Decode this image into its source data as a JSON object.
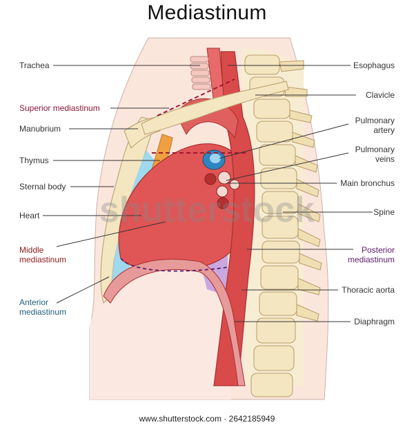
{
  "title": "Mediastinum",
  "labels_left": {
    "trachea": "Trachea",
    "superior_mediastinum": "Superior mediastinum",
    "manubrium": "Manubrium",
    "thymus": "Thymus",
    "sternal_body": "Sternal body",
    "heart": "Heart",
    "middle_mediastinum": [
      "Middle",
      "mediastinum"
    ],
    "anterior_mediastinum": [
      "Anterior",
      "mediastinum"
    ]
  },
  "labels_right": {
    "esophagus": "Esophagus",
    "clavicle": "Clavicle",
    "pulmonary_artery": [
      "Pulmonary",
      "artery"
    ],
    "pulmonary_veins": [
      "Pulmonary",
      "veins"
    ],
    "main_bronchus": "Main bronchus",
    "spine": "Spine",
    "posterior_mediastinum": [
      "Posterior",
      "mediastinum"
    ],
    "thoracic_aorta": "Thoracic aorta",
    "diaphragm": "Diaphragm"
  },
  "watermark": "shutterstock",
  "footer": "www.shutterstock.com · 2642185949",
  "colors": {
    "superior_label": "#8b1538",
    "middle_label": "#8b1a1a",
    "anterior_label": "#1f5f7a",
    "posterior_label": "#5a1a6e",
    "heart": "#e05555",
    "aorta": "#d94a4a",
    "bone": "#f3e6c0",
    "thymus": "#f0a040",
    "anterior_region": "#9fd9ee",
    "posterior_region": "#c9a8e0",
    "skin": "#fbe6dc"
  }
}
